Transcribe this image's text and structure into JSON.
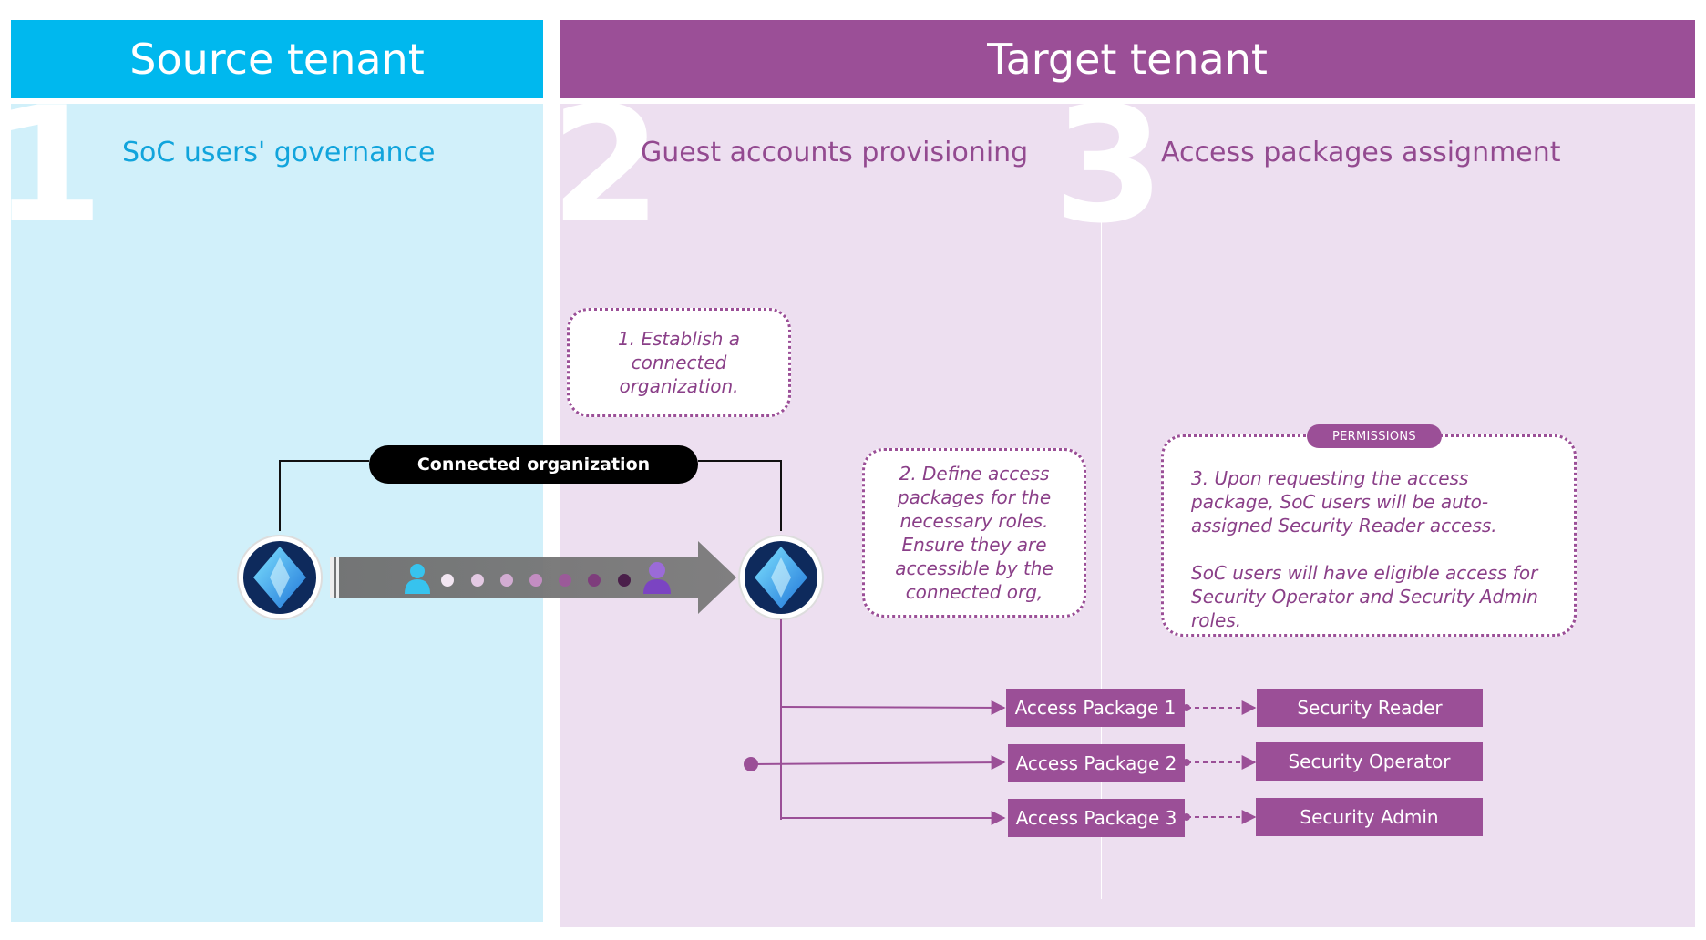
{
  "headers": {
    "source": "Source tenant",
    "target": "Target tenant"
  },
  "phases": [
    {
      "number": "1",
      "title": "SoC users' governance"
    },
    {
      "number": "2",
      "title": "Guest accounts provisioning"
    },
    {
      "number": "3",
      "title": "Access packages assignment"
    }
  ],
  "callouts": {
    "step1": "1. Establish a connected organization.",
    "step2": "2. Define access packages for the necessary roles. Ensure they are accessible by the connected org,",
    "step3_p1": "3. Upon requesting the access package, SoC users will be auto-assigned Security Reader access.",
    "step3_p2": "SoC users will have eligible access for Security Operator and Security Admin roles."
  },
  "permissions_badge": "PERMISSIONS",
  "connected_org_label": "Connected organization",
  "access_packages": [
    "Access Package 1",
    "Access Package 2",
    "Access Package 3"
  ],
  "roles": [
    "Security Reader",
    "Security Operator",
    "Security Admin"
  ],
  "icons": {
    "tenant_node": "entra-id-icon",
    "user_source": "user-icon",
    "user_target": "guest-user-icon"
  },
  "colors": {
    "source_accent": "#00b8ee",
    "source_panel": "#d1f0fa",
    "target_accent": "#9b4f97",
    "target_panel": "#eddff0"
  }
}
